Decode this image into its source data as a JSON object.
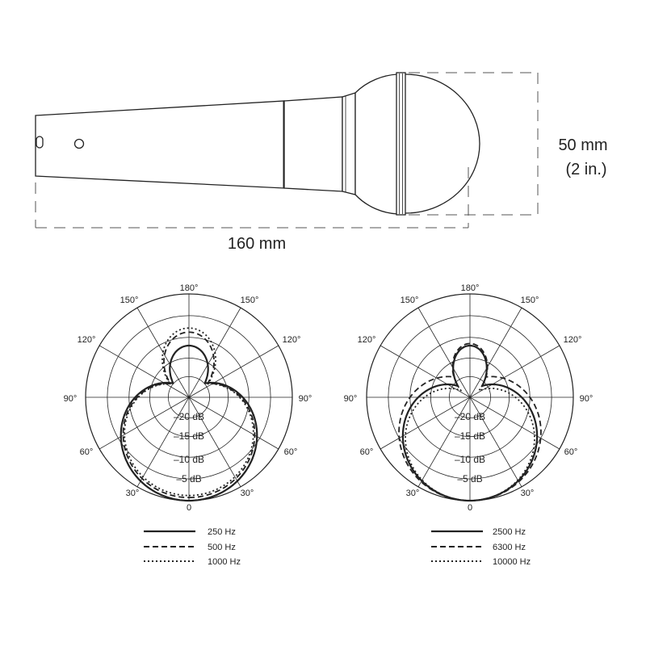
{
  "dimensions": {
    "length": "160 mm",
    "diameter_mm": "50 mm",
    "diameter_in": "(2 in.)"
  },
  "polar_angles": {
    "top": "180°",
    "upper_left": "150°",
    "upper_right": "150°",
    "mid_upper_left": "120°",
    "mid_upper_right": "120°",
    "left": "90°",
    "right": "90°",
    "mid_lower_left": "60°",
    "mid_lower_right": "60°",
    "lower_left": "30°",
    "lower_right": "30°",
    "bottom": "0"
  },
  "db_rings": [
    "–20 dB",
    "–15 dB",
    "–10 dB",
    "–5 dB"
  ],
  "chart_data": [
    {
      "type": "polar",
      "series": [
        {
          "name": "250 Hz",
          "style": "solid"
        },
        {
          "name": "500 Hz",
          "style": "dashed"
        },
        {
          "name": "1000 Hz",
          "style": "dotted"
        }
      ]
    },
    {
      "type": "polar",
      "series": [
        {
          "name": "2500 Hz",
          "style": "solid"
        },
        {
          "name": "6300 Hz",
          "style": "dashed"
        },
        {
          "name": "10000 Hz",
          "style": "dotted"
        }
      ]
    }
  ]
}
